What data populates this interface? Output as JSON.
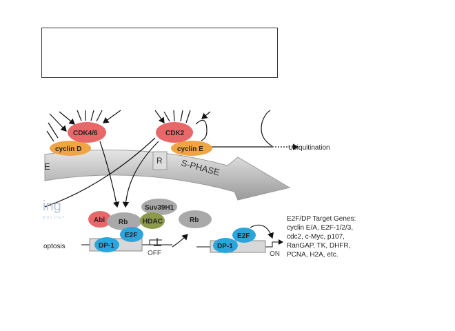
{
  "title_box": "",
  "diagram": {
    "kinases": [
      {
        "name": "CDK4/6",
        "partner": "cyclin D"
      },
      {
        "name": "CDK2",
        "partner": "cyclin E"
      }
    ],
    "restriction_point": "R",
    "phase": "S-PHASE",
    "phase_left_fragment": "E",
    "ubiquitination": "Ubiquitination",
    "repressor_complex": [
      "Abl",
      "Rb",
      "Suv39H1",
      "HDAC",
      "E2F",
      "DP-1"
    ],
    "free_rb": "Rb",
    "active_complex": [
      "E2F",
      "DP-1"
    ],
    "apoptosis_fragment": "optosis",
    "off_label": "OFF",
    "on_label": "ON",
    "target_genes": [
      "E2F/DP Target Genes:",
      "cyclin E/A, E2F-1/2/3,",
      "cdc2, c-Myc, p107,",
      "RanGAP, TK, DHFR,",
      "PCNA, H2A, etc."
    ],
    "watermark": [
      "ing",
      "NOLOGY"
    ],
    "colors": {
      "cdk": "#e8686a",
      "cyclin": "#f0a545",
      "rb": "#a9a9a9",
      "hdac": "#8c9a4a",
      "e2f": "#2aa6dc",
      "abl": "#e8686a"
    }
  }
}
